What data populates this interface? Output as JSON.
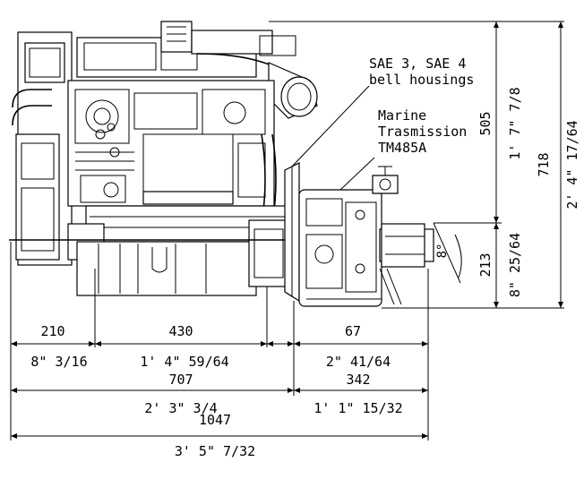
{
  "annotations": {
    "bell_line1": "SAE 3, SAE 4",
    "bell_line2": "bell housings",
    "trans_line1": "Marine",
    "trans_line2": "Trasmission",
    "trans_line3": "TM485A"
  },
  "dimensions": {
    "d210": "210",
    "d210_in": "8\" 3/16",
    "d430": "430",
    "d430_in": "1' 4\" 59/64",
    "d67": "67",
    "d67_in": "2\" 41/64",
    "d707": "707",
    "d707_in": "2' 3\" 3/4",
    "d342": "342",
    "d342_in": "1' 1\" 15/32",
    "d1047": "1047",
    "d1047_in": "3' 5\" 7/32",
    "d505": "505",
    "d505_in": "1' 7\" 7/8",
    "d718": "718",
    "d718_in": "2' 4\" 17/64",
    "d213": "213",
    "d213_in": "8\" 25/64",
    "angle": "8°"
  }
}
